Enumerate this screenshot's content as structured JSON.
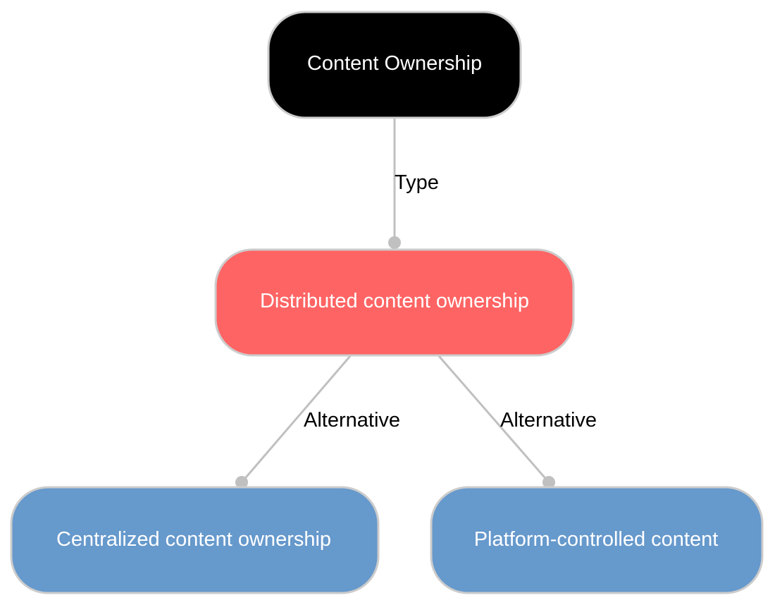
{
  "diagram": {
    "nodes": [
      {
        "id": "content-ownership",
        "label": "Content Ownership",
        "fill": "#000000"
      },
      {
        "id": "distributed",
        "label": "Distributed content ownership",
        "fill": "#ff6464"
      },
      {
        "id": "centralized",
        "label": "Centralized content ownership",
        "fill": "#6699cc"
      },
      {
        "id": "platform",
        "label": "Platform-controlled content",
        "fill": "#6699cc"
      }
    ],
    "edges": [
      {
        "from": "content-ownership",
        "to": "distributed",
        "label": "Type"
      },
      {
        "from": "distributed",
        "to": "centralized",
        "label": "Alternative"
      },
      {
        "from": "distributed",
        "to": "platform",
        "label": "Alternative"
      }
    ],
    "colors": {
      "node_border": "#cccccc",
      "edge": "#c0c0c0",
      "node_text": "#ffffff",
      "edge_text": "#000000"
    }
  }
}
